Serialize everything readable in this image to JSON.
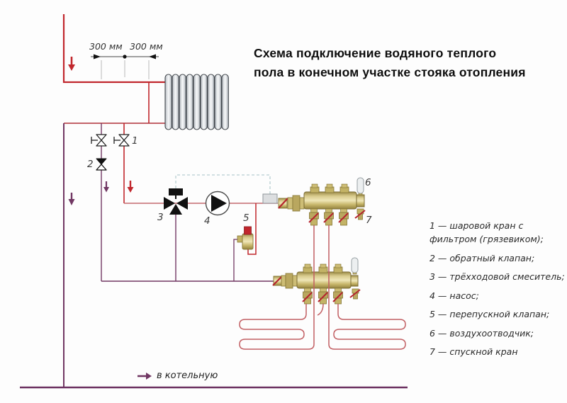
{
  "title": {
    "line1": "Схема подключение водяного теплого",
    "line2": "пола в конечном участке стояка отопления"
  },
  "dimension_labels": {
    "left": "300 мм",
    "right": "300 мм"
  },
  "component_markers": {
    "m1": "1",
    "m2": "2",
    "m3": "3",
    "m4": "4",
    "m5": "5",
    "m6": "6",
    "m7": "7"
  },
  "legend": {
    "items": [
      "1 — шаровой кран с фильтром (грязевиком);",
      "2 — обратный клапан;",
      "3 — трёхходовой смеситель;",
      "4 — насос;",
      "5 — перепускной клапан;",
      "6 — воздухоотводчик;",
      "7 — спускной кран"
    ]
  },
  "boiler_direction": {
    "text": "в котельную"
  },
  "colors": {
    "supply_red": "#c1272d",
    "supply_mixed_red": "#c46a6e",
    "loop_red": "#c25f63",
    "return_purple": "#713763",
    "boiler_line_purple": "#6b3060",
    "thermostat_dashed_teal": "#b7cfd2",
    "brass": "#c3b366",
    "handle_red": "#b5232e",
    "radiator_grey": "#c9ced3"
  }
}
